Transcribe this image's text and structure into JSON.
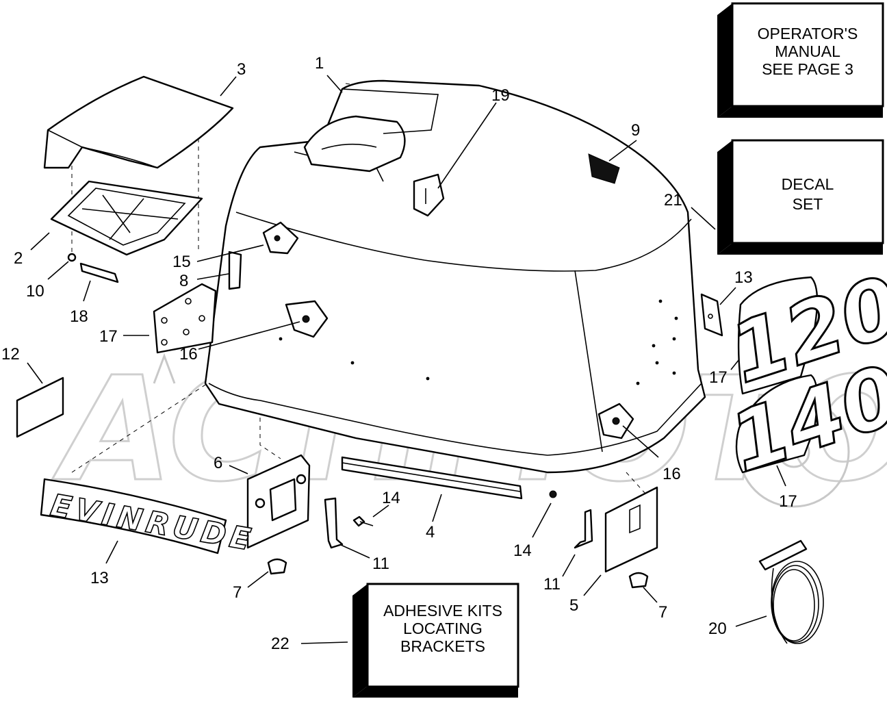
{
  "boxes": {
    "operators_manual": [
      "OPERATOR'S",
      "MANUAL",
      "SEE PAGE  3"
    ],
    "decal_set": [
      "DECAL",
      "SET"
    ],
    "adhesive_kits": [
      "ADHESIVE KITS",
      "LOCATING",
      "BRACKETS"
    ]
  },
  "callouts": {
    "c1": "1",
    "c2": "2",
    "c3": "3",
    "c4": "4",
    "c5": "5",
    "c6": "6",
    "c7a": "7",
    "c7b": "7",
    "c8": "8",
    "c9": "9",
    "c10": "10",
    "c11a": "11",
    "c11b": "11",
    "c12": "12",
    "c13a": "13",
    "c13b": "13",
    "c14a": "14",
    "c14b": "14",
    "c15": "15",
    "c16a": "16",
    "c16b": "16",
    "c17a": "17",
    "c17b": "17",
    "c17c": "17",
    "c18": "18",
    "c19": "19",
    "c20": "20",
    "c21": "21",
    "c22": "22"
  },
  "decals": {
    "model_120": "120",
    "model_140": "140",
    "brand": "EVINRUDE"
  },
  "watermark": {
    "text": "ACTIMOTO"
  }
}
